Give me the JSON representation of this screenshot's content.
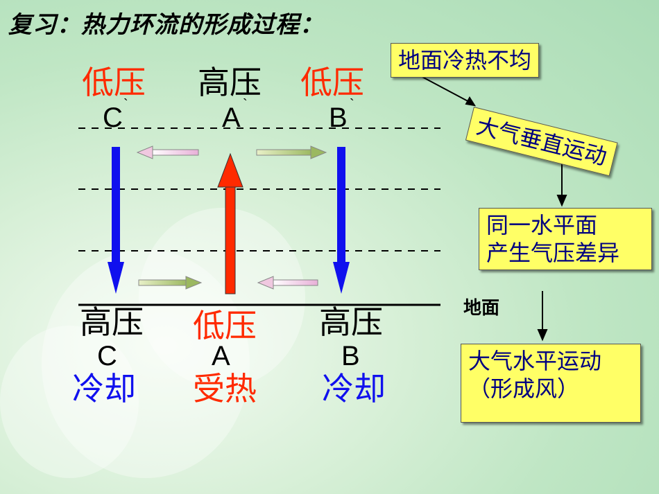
{
  "title": "复习：热力环流的形成过程：",
  "upper": {
    "left": {
      "pressure": "低压",
      "letter": "C",
      "mark": "`"
    },
    "middle": {
      "pressure": "高压",
      "letter": "A",
      "mark": "`"
    },
    "right": {
      "pressure": "低压",
      "letter": "B",
      "mark": "`"
    }
  },
  "lower": {
    "left": {
      "pressure": "高压",
      "letter": "C",
      "state": "冷却"
    },
    "middle": {
      "pressure": "低压",
      "letter": "A",
      "state": "受热"
    },
    "right": {
      "pressure": "高压",
      "letter": "B",
      "state": "冷却"
    }
  },
  "ground_label": "地面",
  "flow_steps": [
    {
      "line1": "地面冷热不均"
    },
    {
      "line1": "大气垂直运动"
    },
    {
      "line1": "同一水平面",
      "line2": "产生气压差异"
    },
    {
      "line1": "大气水平运动",
      "line2": "（形成风）"
    }
  ],
  "colors": {
    "red": "#ff2a00",
    "blue": "#1010ee",
    "black": "#000000",
    "box_fill": "#ffff66",
    "box_text": "#000080"
  }
}
